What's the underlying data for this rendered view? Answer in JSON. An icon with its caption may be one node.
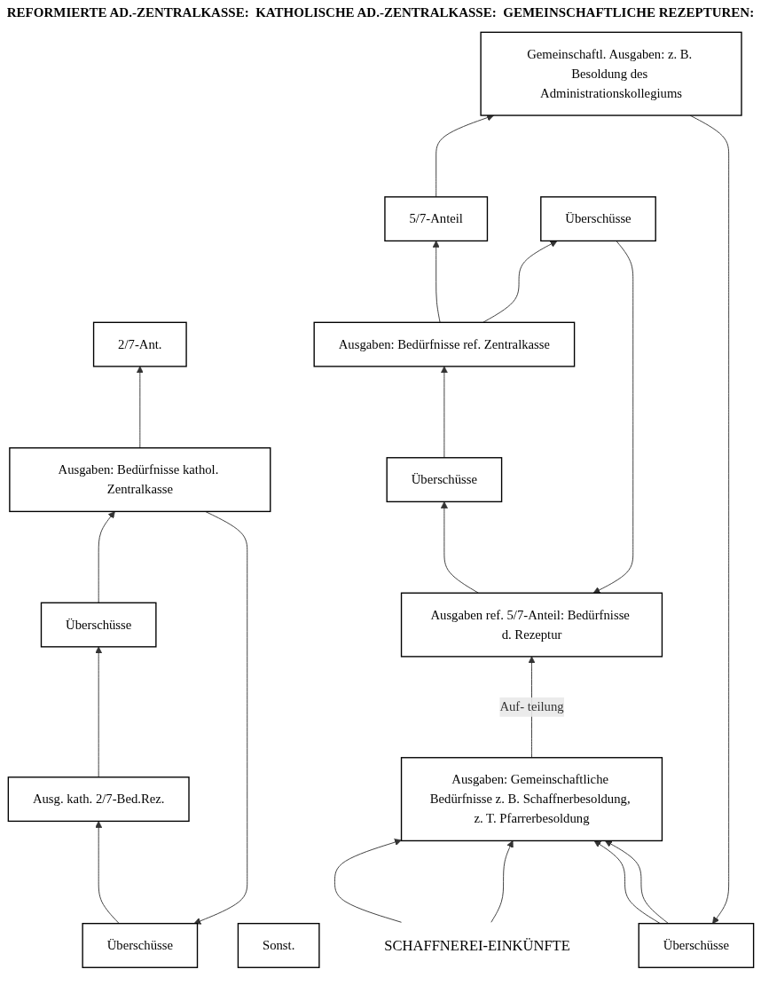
{
  "diagram": {
    "nodes": [
      {
        "text": [
          "Überschüsse"
        ]
      },
      {
        "text": [
          "Gemeinschaftl. Ausgaben: z. B. Besoldung des Administrationskollegiums"
        ]
      },
      {
        "text": [
          "5/7-Anteil"
        ]
      },
      {
        "text": [
          "2/7-Ant."
        ]
      },
      {
        "text": [
          "Sonst."
        ]
      },
      {
        "text": [
          "Überschüsse"
        ]
      },
      {
        "text": [
          "Ausgaben: Bedürfnisse ref. Zentralkasse"
        ]
      },
      {
        "text": [
          "Überschüsse"
        ]
      },
      {
        "text": [
          "Ausgaben: Bedürfnisse kathol. Zentralkasse"
        ]
      },
      {
        "text": [
          "Überschüsse"
        ]
      },
      {
        "text": [
          "Überschüsse"
        ]
      },
      {
        "text": [
          "Ausgaben ref. 5/7-Anteil: Bedürfnisse d. Rezeptur"
        ]
      },
      {
        "text": [
          "Ausg. kath. 2/7-Bed.Rez."
        ]
      },
      {
        "text": [
          "Ausgaben: Gemeinschaftliche Bedürfnisse z. B. Schaffnerbesoldung, z. T. Pfarrerbesoldung"
        ]
      },
      {
        "text": [
          "SCHAFFNEREI-EINKÜNFTE"
        ]
      }
    ],
    "edges": [
      {
        "from": 1,
        "to": 0,
        "arrow": "to"
      },
      {
        "from": 2,
        "to": 1,
        "arrow": "to"
      },
      {
        "from": 6,
        "to": 2,
        "arrow": "to"
      },
      {
        "from": 8,
        "to": 3,
        "arrow": "to"
      },
      {
        "from": 6,
        "to": 5,
        "arrow": "to"
      },
      {
        "from": 8,
        "to": 7,
        "arrow": "to"
      },
      {
        "from": 9,
        "to": 6,
        "arrow": "to"
      },
      {
        "from": 10,
        "to": 8,
        "arrow": "to"
      },
      {
        "from": 11,
        "to": 9,
        "arrow": "to"
      },
      {
        "from": 12,
        "to": 10,
        "arrow": "to"
      },
      {
        "from": 13,
        "to": 11,
        "arrow": "to",
        "label": "Auf- teilung"
      },
      {
        "from": 14,
        "to": 13,
        "arrow": "to"
      },
      {
        "from": 14,
        "to": 13,
        "arrow": "to"
      },
      {
        "from": 0,
        "to": 13,
        "arrow": "to"
      },
      {
        "from": 0,
        "to": 13,
        "arrow": "to"
      },
      {
        "from": 5,
        "to": 11,
        "arrow": "to"
      },
      {
        "from": 7,
        "to": 12,
        "arrow": "to"
      }
    ],
    "labels": [
      "REFORMIERTE AD.-ZENTRALKASSE:",
      "KATHOLISCHE AD.-ZENTRALKASSE:",
      "GEMEINSCHAFTLICHE REZEPTUREN:"
    ]
  }
}
